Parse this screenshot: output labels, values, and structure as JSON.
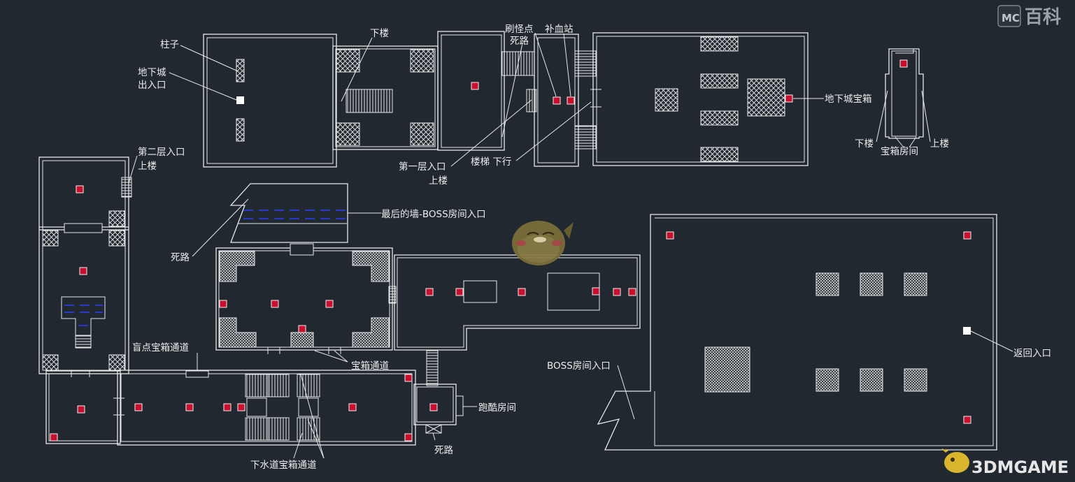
{
  "labels": {
    "pillar": "柱子",
    "dungeon_entrance_line1": "地下城",
    "dungeon_entrance_line2": "出入口",
    "downstairs_top": "下楼",
    "monster_spawn": "刷怪点",
    "heal_station": "补血站",
    "dead_end_top": "死路",
    "dungeon_chest": "地下城宝箱",
    "downstairs_right": "下楼",
    "chest_room": "宝箱房间",
    "upstairs_right": "上楼",
    "floor2_entrance_line1": "第二层入口",
    "floor2_entrance_line2": "上楼",
    "floor1_entrance_line1": "第一层入口",
    "floor1_entrance_line2": "上楼",
    "stairs_down": "楼梯 下行",
    "last_wall": "最后的墙-BOSS房间入口",
    "dead_end_mid": "死路",
    "hidden_chest_passage": "盲点宝箱通道",
    "chest_passage": "宝箱通道",
    "boss_entrance": "BOSS房间入口",
    "return_entrance": "返回入口",
    "parkour_room": "跑酷房间",
    "dead_end_bottom": "死路",
    "sewer_chest_passage": "下水道宝箱通道"
  },
  "watermarks": {
    "top_logo_badge": "MC",
    "top_logo_text": "百科",
    "bottom_logo_text": "3DMGAME"
  },
  "colors": {
    "background": "#212830",
    "wall": "#e8e8e8",
    "chest_marker": "#c8102e",
    "water": "#2a3cff"
  },
  "chest_markers": [
    {
      "id": "r1"
    },
    {
      "id": "r2"
    },
    {
      "id": "r3"
    },
    {
      "id": "r4"
    },
    {
      "id": "r5"
    },
    {
      "id": "r6"
    },
    {
      "id": "r7"
    },
    {
      "id": "r8"
    },
    {
      "id": "r9"
    },
    {
      "id": "r10"
    },
    {
      "id": "r11"
    },
    {
      "id": "r12"
    },
    {
      "id": "r13"
    },
    {
      "id": "r14"
    },
    {
      "id": "r15"
    },
    {
      "id": "r16"
    },
    {
      "id": "r17"
    },
    {
      "id": "r18"
    },
    {
      "id": "r19"
    },
    {
      "id": "r20"
    },
    {
      "id": "r21"
    },
    {
      "id": "r22"
    },
    {
      "id": "r23"
    },
    {
      "id": "r24"
    },
    {
      "id": "r25"
    },
    {
      "id": "r26"
    },
    {
      "id": "r27"
    },
    {
      "id": "r28"
    },
    {
      "id": "r29"
    },
    {
      "id": "r30"
    },
    {
      "id": "r31"
    },
    {
      "id": "r32"
    },
    {
      "id": "r33"
    }
  ]
}
